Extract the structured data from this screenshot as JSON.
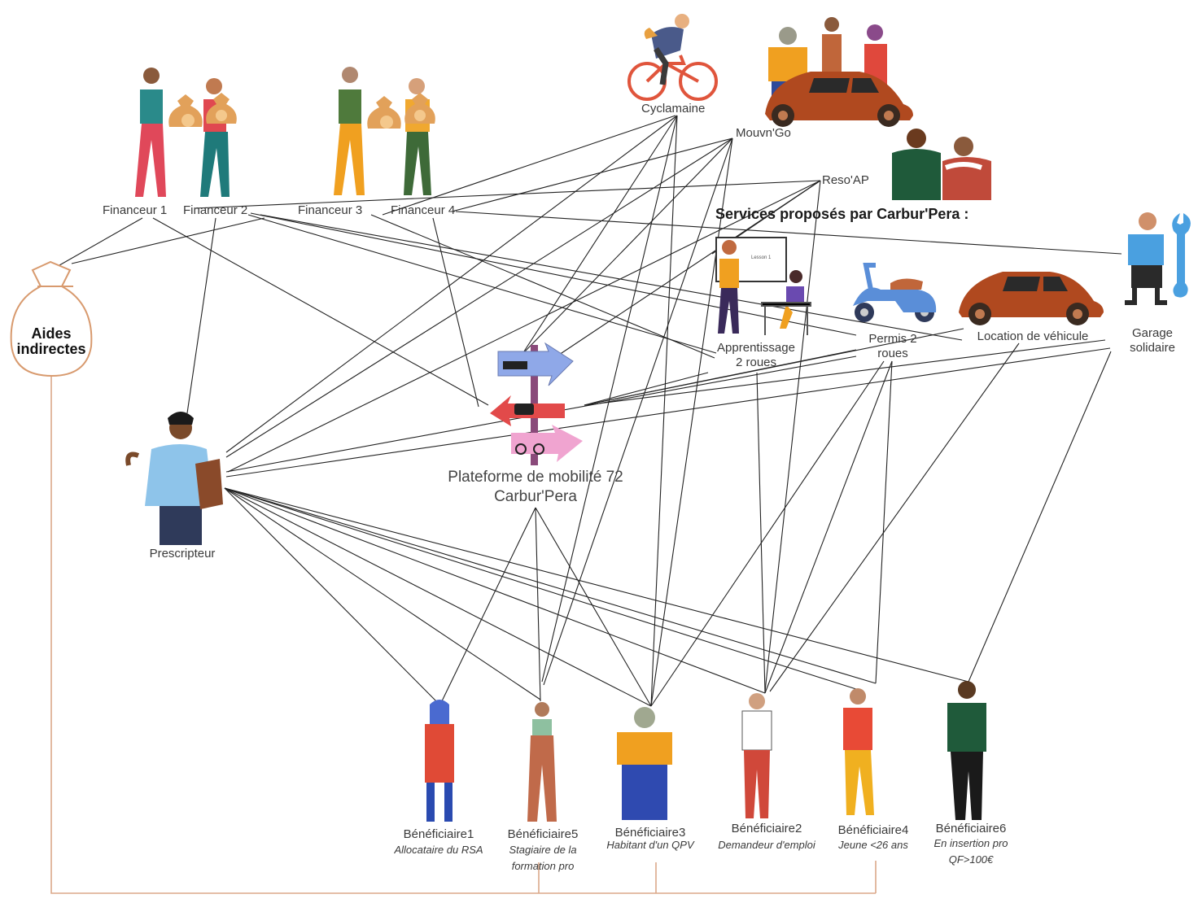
{
  "colors": {
    "line": "#222222",
    "bracket": "#dba98a",
    "bag_outline": "#d89a6e",
    "car_body": "#b0491f",
    "scooter": "#5a8ed8",
    "bike": "#e0553c"
  },
  "financers": [
    "Financeur 1",
    "Financeur 2",
    "Financeur  3",
    "Financeur 4"
  ],
  "partners": {
    "cyclamaine": "Cyclamaine",
    "mouvngo": "Mouvn'Go",
    "resoap": "Reso'AP"
  },
  "services": {
    "heading": "Services proposés par Carbur'Pera :",
    "items": [
      {
        "line1": "Apprentissage",
        "line2": "2 roues"
      },
      {
        "line1": "Permis 2",
        "line2": "roues"
      },
      {
        "line1": "Location de véhicule",
        "line2": ""
      },
      {
        "line1": "Garage",
        "line2": "solidaire"
      }
    ]
  },
  "aides": {
    "line1": "Aides",
    "line2": "indirectes"
  },
  "platform": {
    "line1": "Plateforme de mobilité 72",
    "line2": "Carbur'Pera"
  },
  "prescripteur": "Prescripteur",
  "beneficiaries": [
    {
      "name": "Bénéficiaire1",
      "desc": [
        "Allocataire du RSA"
      ]
    },
    {
      "name": "Bénéficiaire5",
      "desc": [
        "Stagiaire de la",
        "formation pro"
      ]
    },
    {
      "name": "Bénéficiaire3",
      "desc": [
        "Habitant d'un QPV"
      ]
    },
    {
      "name": "Bénéficiaire2",
      "desc": [
        "Demandeur d'emploi"
      ]
    },
    {
      "name": "Bénéficiaire4",
      "desc": [
        "Jeune <26 ans"
      ]
    },
    {
      "name": "Bénéficiaire6",
      "desc": [
        "En insertion pro",
        "QF>100€"
      ]
    }
  ],
  "icons": {
    "money_bag": "money-bag-icon",
    "euro": "euro-icon",
    "signpost": "signpost-icon",
    "wrench": "wrench-icon"
  }
}
